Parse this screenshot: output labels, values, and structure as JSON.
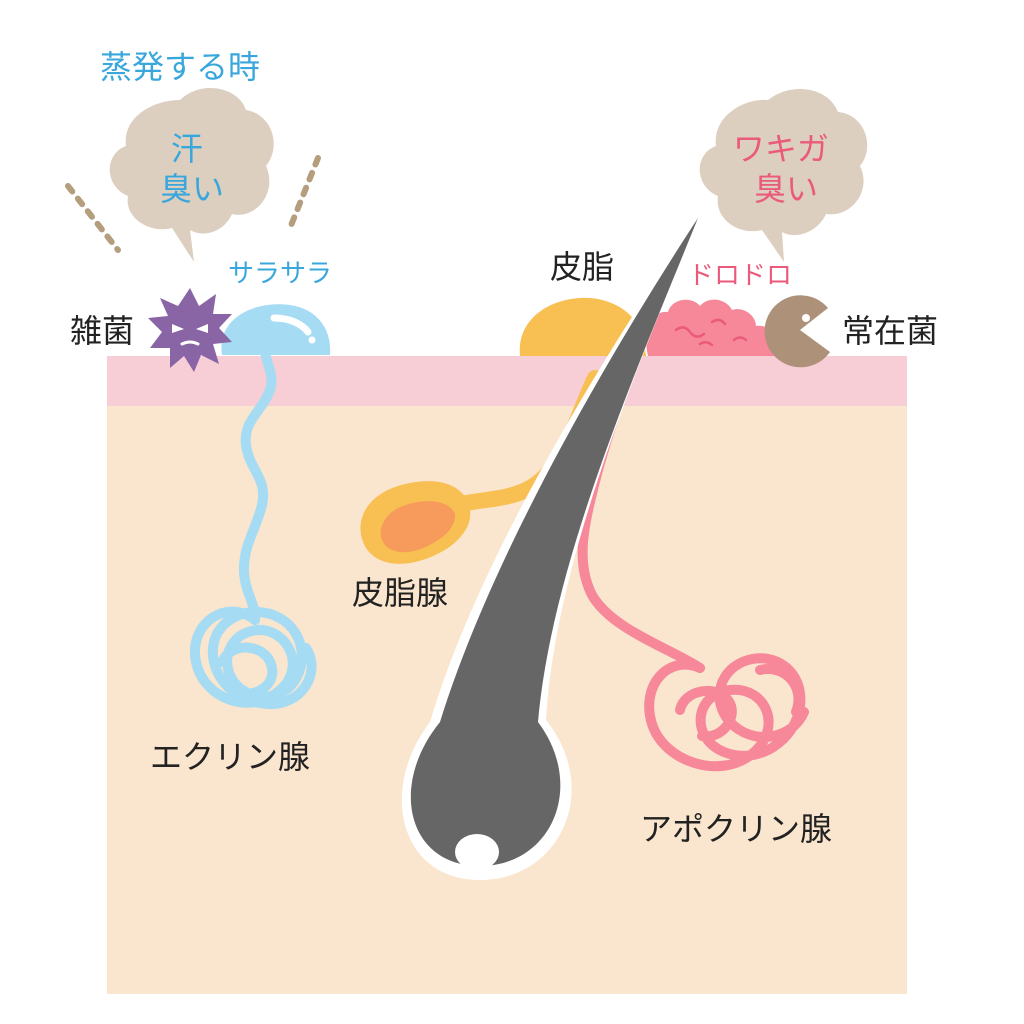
{
  "labels": {
    "evaporation": "蒸発する時",
    "sweat_odor": "汗\n臭い",
    "smooth": "サラサラ",
    "germs": "雑菌",
    "sebum": "皮脂",
    "sticky": "ドロドロ",
    "wakiga_odor": "ワキガ\n臭い",
    "resident_bacteria": "常在菌",
    "sebaceous_gland": "皮脂腺",
    "eccrine_gland": "エクリン腺",
    "apocrine_gland": "アポクリン腺"
  },
  "colors": {
    "skin_surface": "#f7cdd6",
    "dermis": "#fae6ce",
    "cloud": "#dccfbf",
    "cloud_dots": "#b49e7e",
    "eccrine": "#a6dcf3",
    "sebum": "#f8bf53",
    "sebum_core": "#f69b5b",
    "apocrine": "#f6889a",
    "hair": "#666666",
    "germ": "#8a65a6",
    "bacteria": "#ad9179",
    "blue_text": "#3aa7dc",
    "pink_text": "#ea5a7b",
    "dark_text": "#222222"
  }
}
